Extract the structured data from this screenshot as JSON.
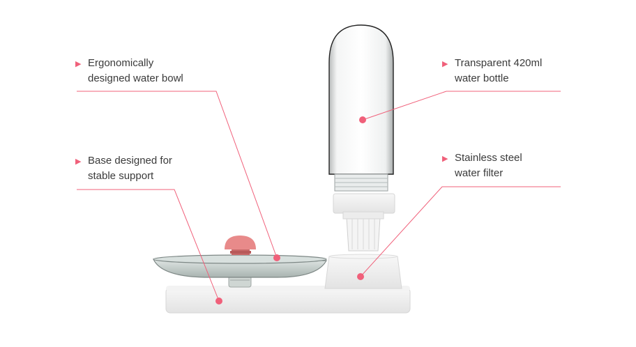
{
  "callouts": {
    "bowl": {
      "line1": "Ergonomically",
      "line2": "designed water bowl"
    },
    "base": {
      "line1": "Base designed for",
      "line2": "stable support"
    },
    "bottle": {
      "line1": "Transparent 420ml",
      "line2": "water bottle"
    },
    "filter": {
      "line1": "Stainless steel",
      "line2": "water filter"
    }
  },
  "icons": {
    "bullet": "triangle-right-icon"
  },
  "colors": {
    "accent": "#f0607a",
    "text": "#3a3a3a",
    "plastic": "#eeeeee",
    "button": "#e88a8a"
  }
}
